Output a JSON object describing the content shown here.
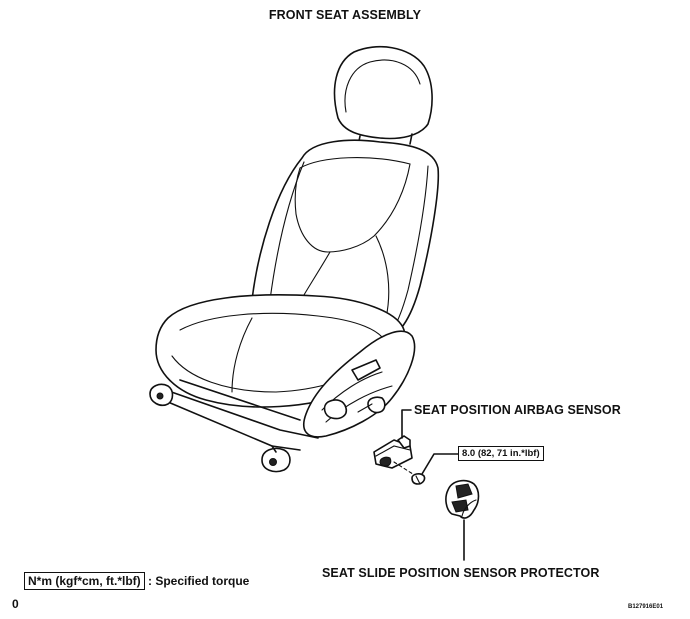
{
  "title": "FRONT SEAT ASSEMBLY",
  "labels": {
    "airbag_sensor": "SEAT POSITION AIRBAG SENSOR",
    "protector": "SEAT SLIDE POSITION SENSOR PROTECTOR",
    "torque": "8.0 (82, 71 in.*lbf)"
  },
  "legend": {
    "unit": "N*m (kgf*cm, ft.*lbf)",
    "text": ": Specified torque"
  },
  "corner_left": "0",
  "corner_right": "B127916E01"
}
